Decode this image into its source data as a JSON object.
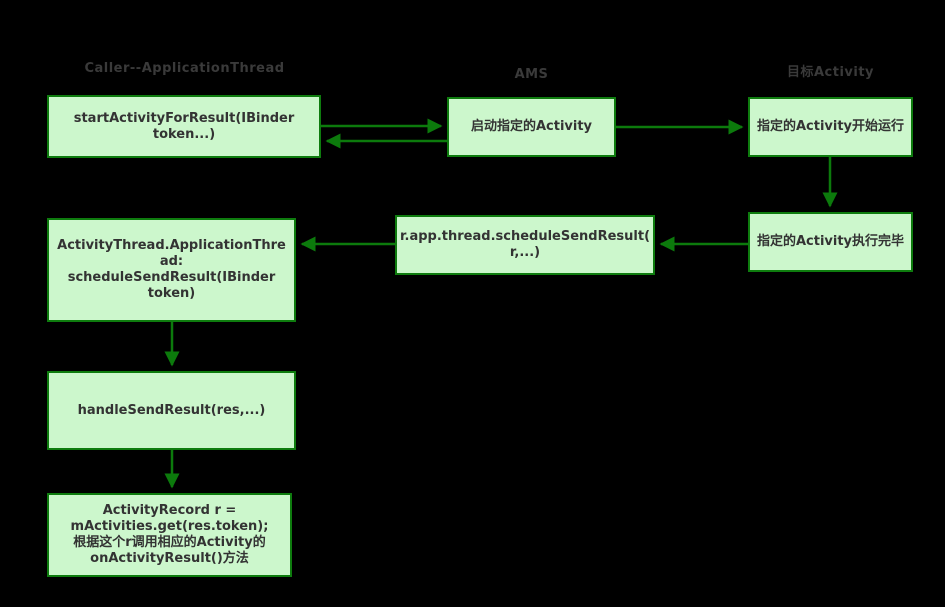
{
  "colors": {
    "background": "#000000",
    "node_fill": "#ccf7cc",
    "node_border": "#0e7c0e",
    "arrow": "#0c7a0c",
    "node_text": "#333333",
    "header_text": "#3a3a3a"
  },
  "headers": {
    "caller": "Caller--ApplicationThread",
    "ams": "AMS",
    "target": "目标Activity"
  },
  "nodes": {
    "start_activity_for_result": "startActivityForResult(IBinder\ntoken...)",
    "ams_start_activity": "启动指定的Activity",
    "target_activity_running": "指定的Activity开始运行",
    "target_activity_finished": "指定的Activity执行完毕",
    "schedule_send_result_call": "r.app.thread.scheduleSendResult(\nr,...)",
    "application_thread_schedule_send_result": "ActivityThread.ApplicationThre\nad:\nscheduleSendResult(IBinder\ntoken)",
    "handle_send_result": "handleSendResult(res,...)",
    "activity_record_on_activity_result": "ActivityRecord r =\nmActivities.get(res.token);\n根据这个r调用相应的Activity的\nonActivityResult()方法"
  },
  "edges": [
    {
      "from": "start_activity_for_result",
      "to": "ams_start_activity",
      "direction": "right"
    },
    {
      "from": "ams_start_activity",
      "to": "start_activity_for_result",
      "direction": "left"
    },
    {
      "from": "ams_start_activity",
      "to": "target_activity_running",
      "direction": "right"
    },
    {
      "from": "target_activity_running",
      "to": "target_activity_finished",
      "direction": "down"
    },
    {
      "from": "target_activity_finished",
      "to": "schedule_send_result_call",
      "direction": "left"
    },
    {
      "from": "schedule_send_result_call",
      "to": "application_thread_schedule_send_result",
      "direction": "left"
    },
    {
      "from": "application_thread_schedule_send_result",
      "to": "handle_send_result",
      "direction": "down"
    },
    {
      "from": "handle_send_result",
      "to": "activity_record_on_activity_result",
      "direction": "down"
    }
  ]
}
